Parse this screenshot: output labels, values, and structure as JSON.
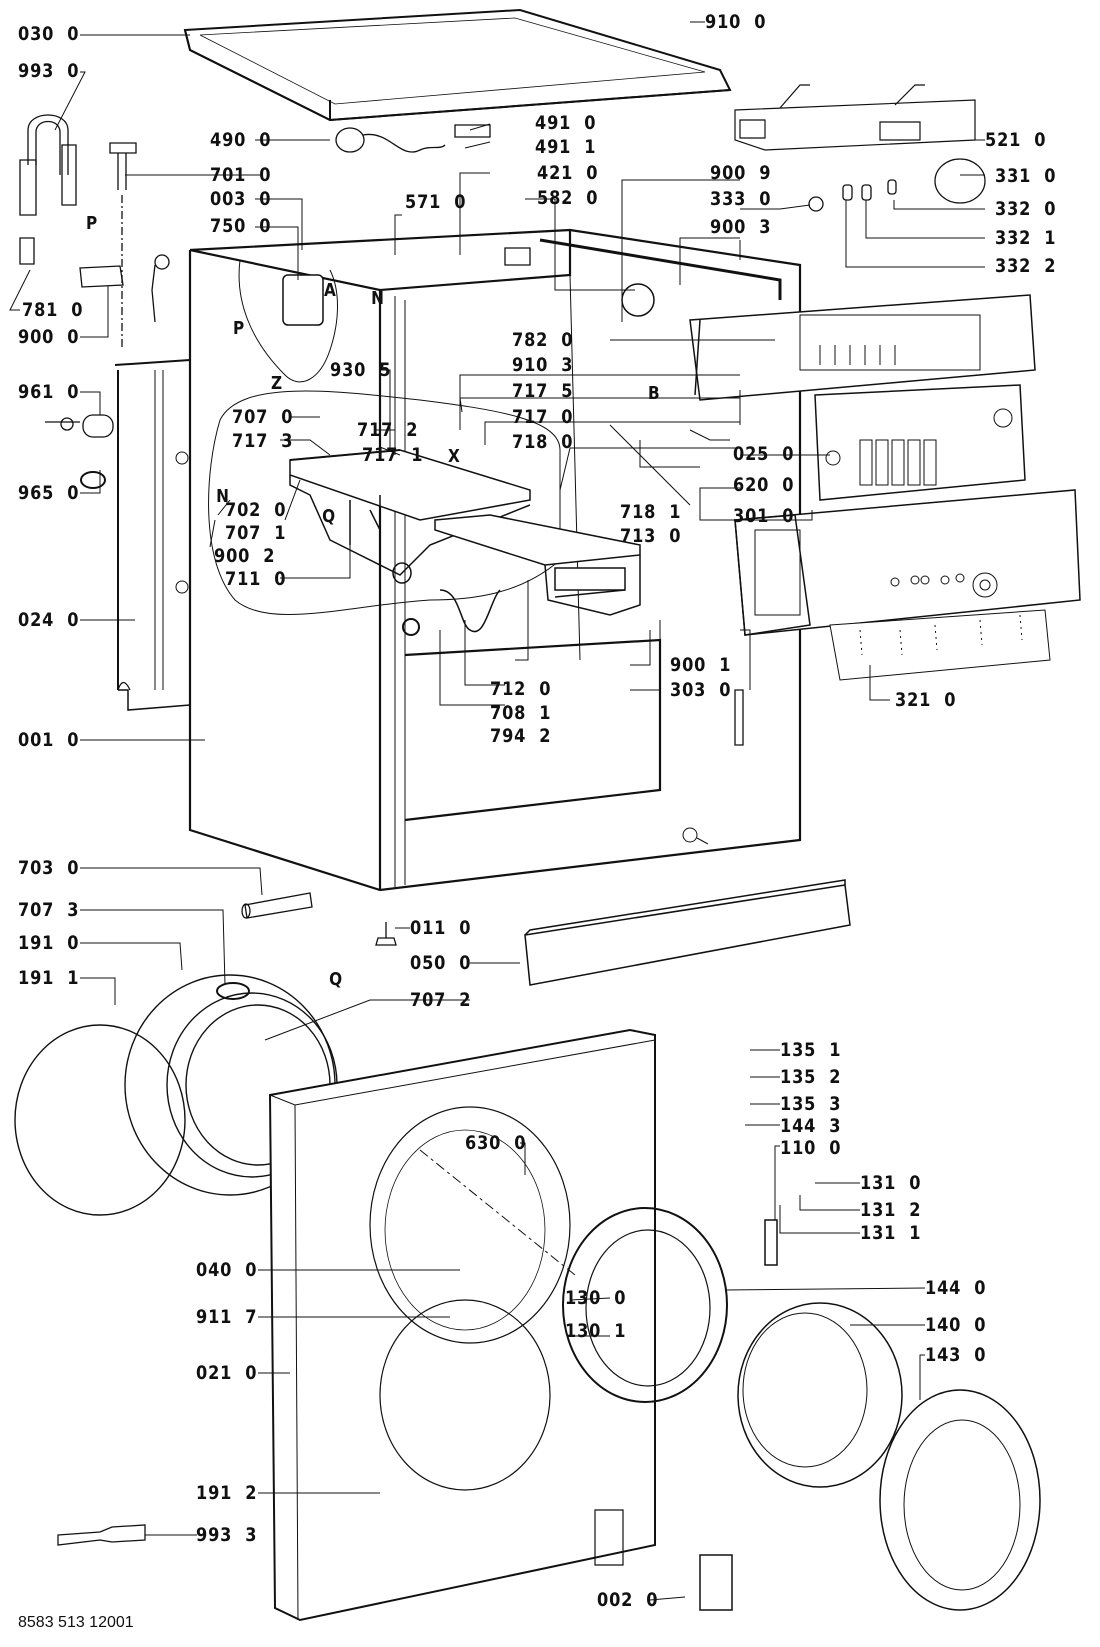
{
  "document_id": "8583 513 12001",
  "parts": {
    "p0300": "030  0",
    "p9930": "993  0",
    "p7010": "701  0",
    "p4900": "490  0",
    "p4910": "491  0",
    "p4911": "491  1",
    "p4210": "421  0",
    "p5820": "582  0",
    "p9100": "910  0",
    "p5210": "521  0",
    "p9009": "900  9",
    "p3330": "333  0",
    "p9003": "900  3",
    "p3310": "331  0",
    "p3320": "332  0",
    "p3321": "332  1",
    "p3322": "332  2",
    "p0030": "003  0",
    "p7500": "750  0",
    "p5710": "571  0",
    "p7810": "781  0",
    "p9000": "900  0",
    "p9305": "930  5",
    "p7820": "782  0",
    "p9103": "910  3",
    "p7175": "717  5",
    "p7170": "717  0",
    "p7180": "718  0",
    "p9610": "961  0",
    "p7070": "707  0",
    "p7172": "717  2",
    "p7173": "717  3",
    "p7171": "717  1",
    "p0250": "025  0",
    "p6200": "620  0",
    "p3010": "301  0",
    "p7181": "718  1",
    "p7130": "713  0",
    "p9650": "965  0",
    "p7020": "702  0",
    "p7071": "707  1",
    "p9002": "900  2",
    "p7110": "711  0",
    "p0240": "024  0",
    "p9001": "900  1",
    "p3030": "303  0",
    "p7120": "712  0",
    "p7081": "708  1",
    "p7942": "794  2",
    "p3210": "321  0",
    "p0010": "001  0",
    "p7030": "703  0",
    "p7073": "707  3",
    "p1910": "191  0",
    "p1911": "191  1",
    "p0110": "011  0",
    "p0500": "050  0",
    "p7072": "707  2",
    "p1351": "135  1",
    "p1352": "135  2",
    "p1353": "135  3",
    "p1443": "144  3",
    "p1100": "110  0",
    "p6300": "630  0",
    "p1310": "131  0",
    "p1312": "131  2",
    "p1311": "131  1",
    "p0400": "040  0",
    "p9117": "911  7",
    "p1440": "144  0",
    "p1300": "130  0",
    "p1301": "130  1",
    "p1400": "140  0",
    "p0210": "021  0",
    "p1430": "143  0",
    "p1912": "191  2",
    "p9933": "993  3",
    "p0020": "002  0"
  },
  "refs": {
    "P1": "P",
    "P2": "P",
    "A": "A",
    "N1": "N",
    "N2": "N",
    "Z": "Z",
    "B": "B",
    "X": "X",
    "Q1": "Q",
    "Q2": "Q"
  }
}
